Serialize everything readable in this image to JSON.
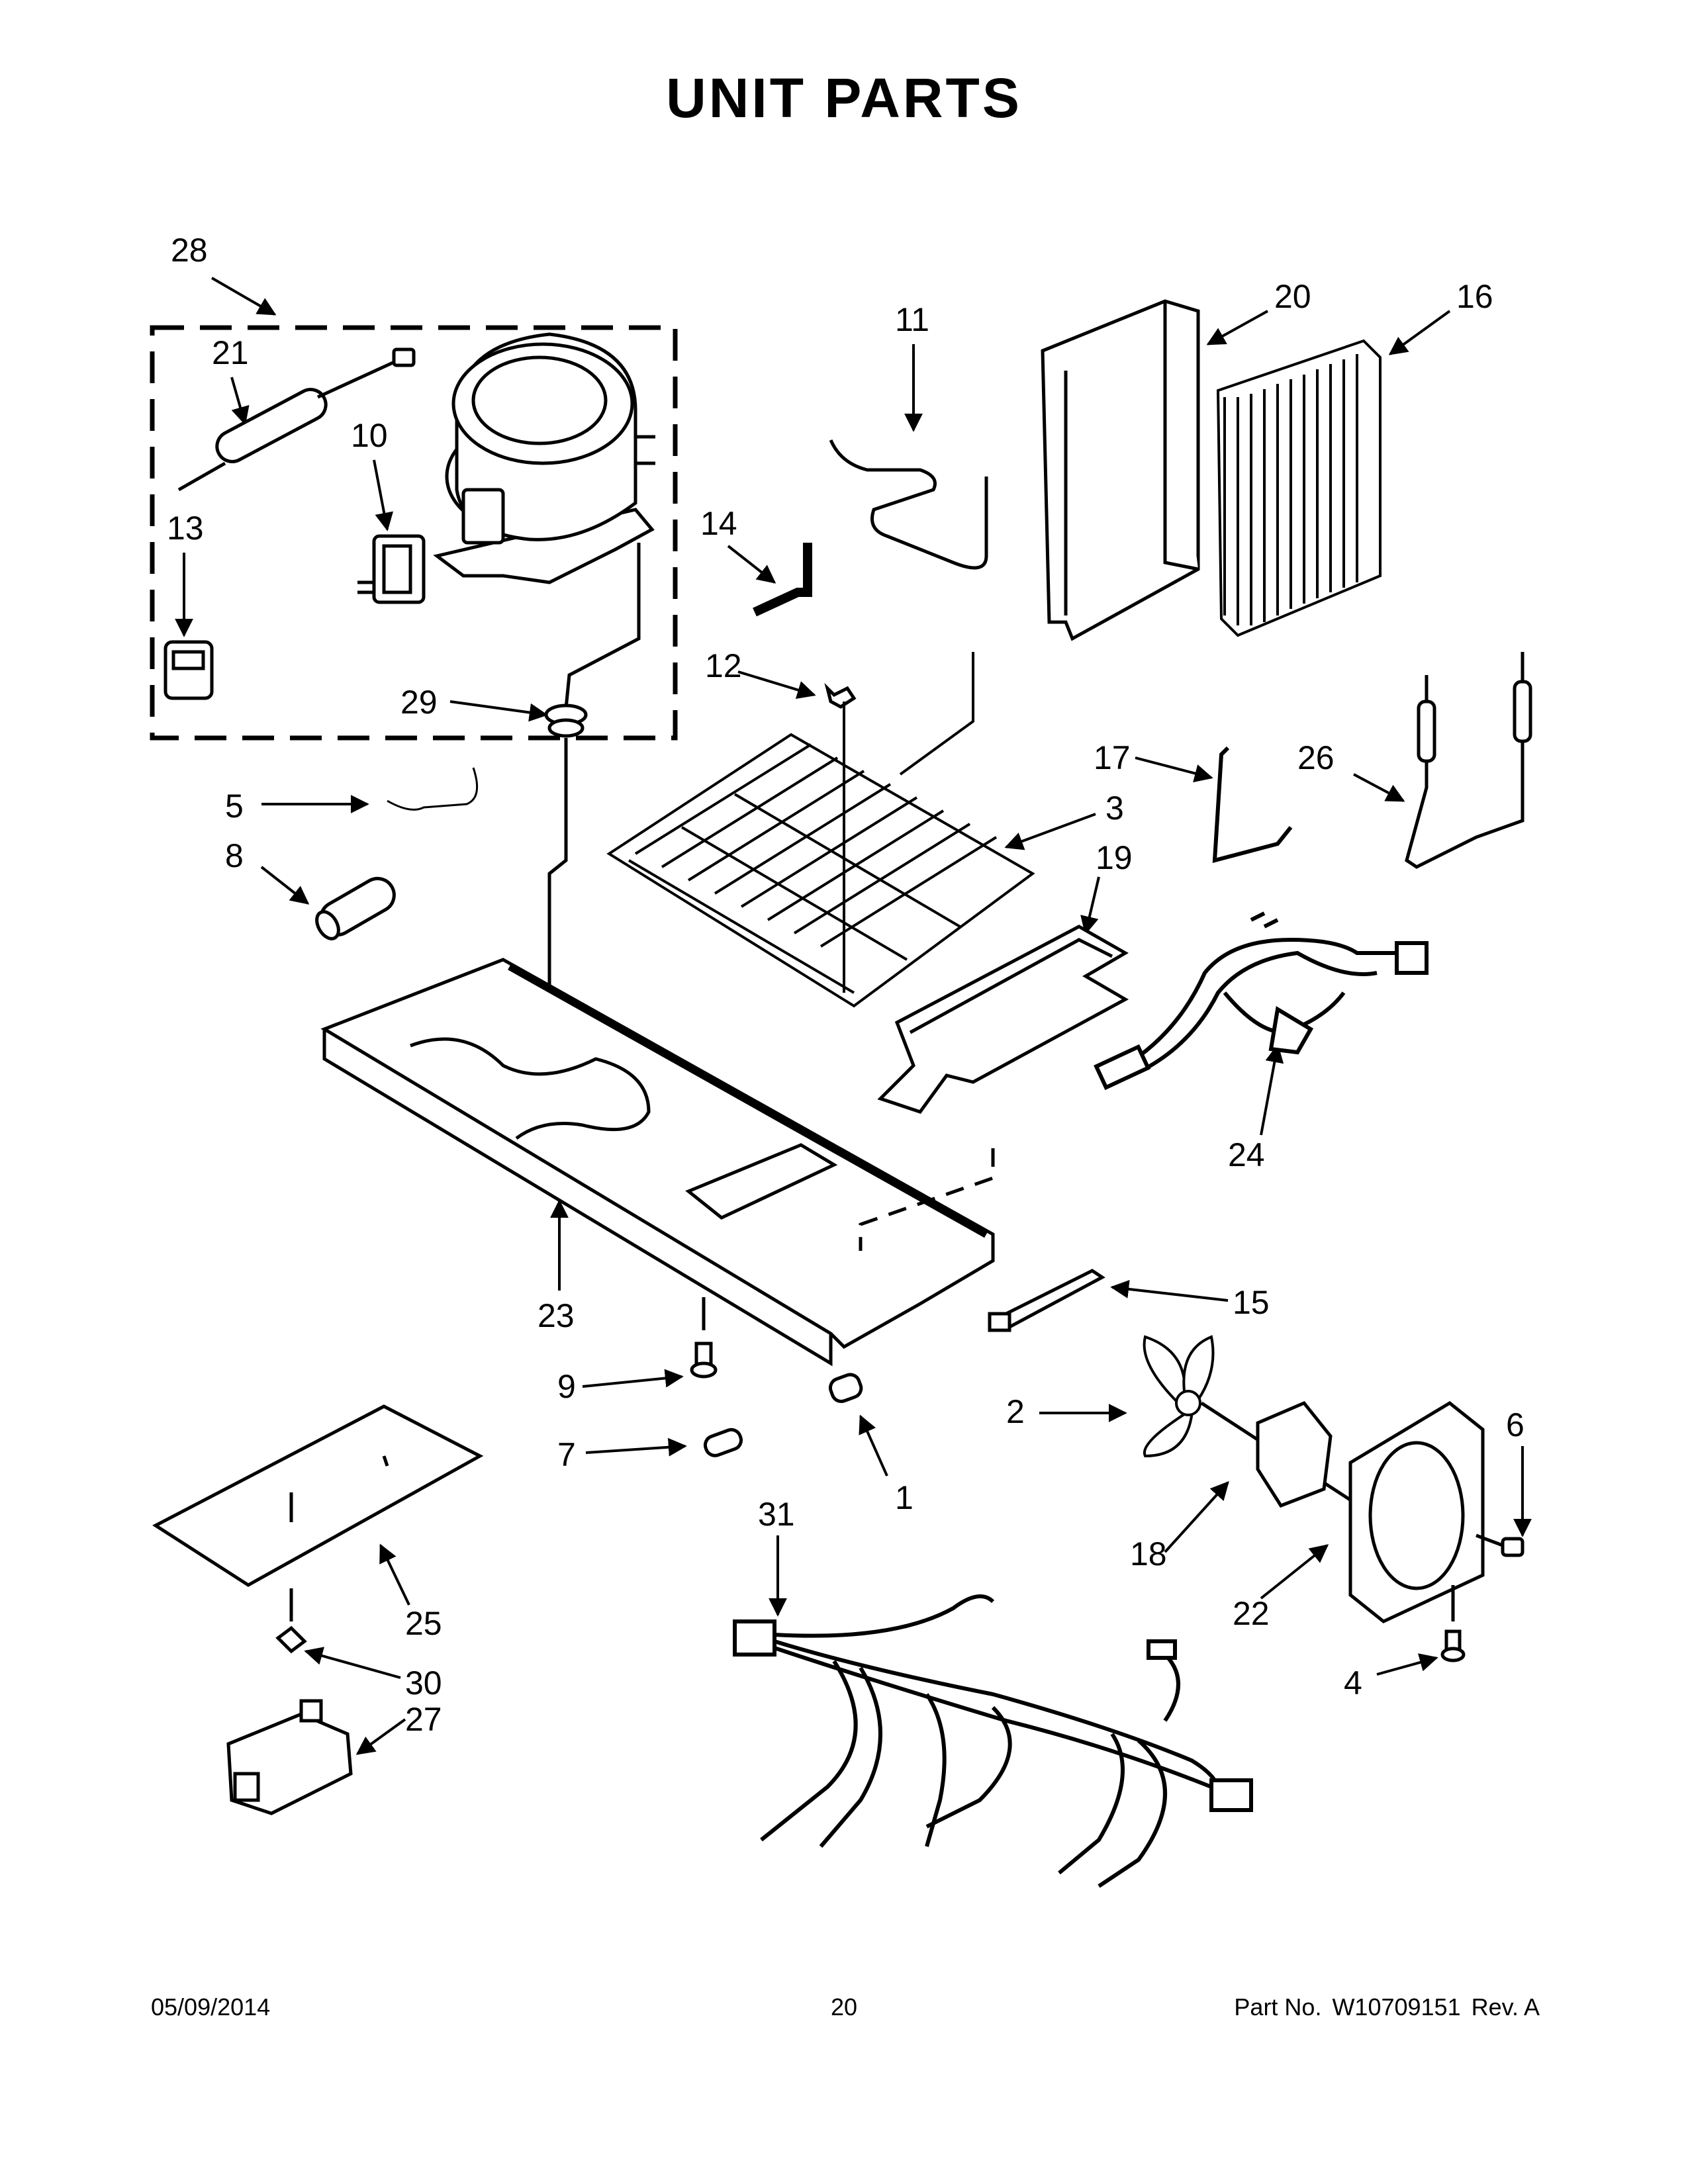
{
  "title": "UNIT PARTS",
  "callouts": [
    "28",
    "21",
    "10",
    "13",
    "29",
    "11",
    "20",
    "16",
    "14",
    "12",
    "17",
    "26",
    "5",
    "8",
    "3",
    "19",
    "24",
    "23",
    "15",
    "9",
    "7",
    "1",
    "2",
    "6",
    "18",
    "22",
    "4",
    "31",
    "25",
    "30",
    "27"
  ],
  "footer": {
    "date": "05/09/2014",
    "page": "20",
    "part_label": "Part No.",
    "part_number": "W10709151",
    "revision": "Rev. A"
  },
  "colors": {
    "line": "#000000",
    "background": "#ffffff"
  }
}
